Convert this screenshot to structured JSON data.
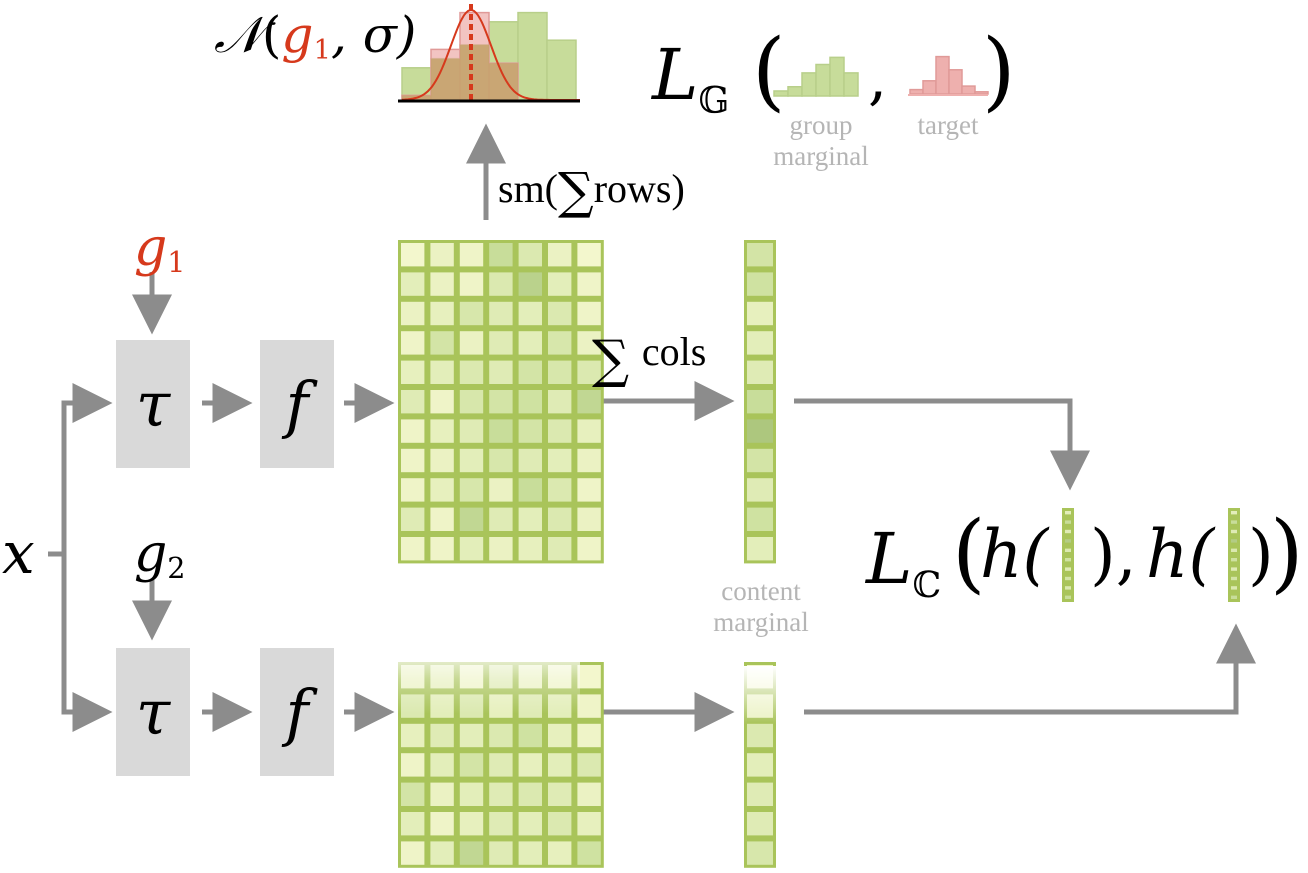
{
  "labels": {
    "x": "x",
    "g1": "g",
    "g1_sub": "1",
    "g2": "g",
    "g2_sub": "2",
    "tau": "τ",
    "f": "f",
    "sum_cols_sigma": "∑",
    "sum_cols_text": "cols",
    "sm_prefix": "sm(",
    "sm_sigma": "∑",
    "sm_suffix": "rows)",
    "normal_N": "𝒩",
    "normal_open": "(",
    "normal_g": "g",
    "normal_g_sub": "1",
    "normal_rest": ", σ)",
    "LG_L": "L",
    "LG_sub": "𝔾",
    "LG_open": "(",
    "LG_comma": ",",
    "LG_close": ")",
    "group_marginal": "group\nmarginal",
    "target": "target",
    "content_marginal": "content\nmarginal",
    "LC_L": "L",
    "LC_sub": "ℂ",
    "LC_open": "(",
    "LC_h1": "h(",
    "LC_mid": "),",
    "LC_h2": "h(",
    "LC_close1": ")",
    "LC_close2": ")"
  },
  "colors": {
    "box": "#d9d9d9",
    "arrow": "#8c8c8c",
    "red": "#d6391c",
    "grid_border": "#a9c45a",
    "green_light": "#f7f9d2",
    "green_mid": "#cfe2a1",
    "green_dark": "#8aab5a",
    "hist_green": "#c7dc9a",
    "hist_red": "#eeb0ae"
  },
  "matrix_top": [
    [
      0.05,
      0.15,
      0.1,
      0.55,
      0.35,
      0.15,
      0.05
    ],
    [
      0.25,
      0.15,
      0.1,
      0.35,
      0.65,
      0.25,
      0.1
    ],
    [
      0.15,
      0.2,
      0.4,
      0.3,
      0.25,
      0.35,
      0.1
    ],
    [
      0.1,
      0.45,
      0.15,
      0.3,
      0.25,
      0.4,
      0.15
    ],
    [
      0.2,
      0.25,
      0.35,
      0.3,
      0.45,
      0.4,
      0.35
    ],
    [
      0.3,
      0.1,
      0.4,
      0.45,
      0.5,
      0.3,
      0.6
    ],
    [
      0.1,
      0.2,
      0.3,
      0.55,
      0.45,
      0.35,
      0.2
    ],
    [
      0.1,
      0.15,
      0.25,
      0.4,
      0.3,
      0.25,
      0.15
    ],
    [
      0.1,
      0.2,
      0.4,
      0.15,
      0.55,
      0.35,
      0.1
    ],
    [
      0.3,
      0.1,
      0.6,
      0.3,
      0.25,
      0.35,
      0.15
    ],
    [
      0.1,
      0.1,
      0.25,
      0.15,
      0.2,
      0.3,
      0.1
    ]
  ],
  "matrix_bottom": [
    [
      0.15,
      0.2,
      0.1,
      0.3,
      0.15,
      0.1,
      0.05
    ],
    [
      0.35,
      0.25,
      0.35,
      0.2,
      0.3,
      0.25,
      0.1
    ],
    [
      0.2,
      0.3,
      0.25,
      0.35,
      0.5,
      0.2,
      0.1
    ],
    [
      0.1,
      0.25,
      0.45,
      0.3,
      0.2,
      0.25,
      0.35
    ],
    [
      0.45,
      0.15,
      0.25,
      0.3,
      0.35,
      0.3,
      0.15
    ],
    [
      0.25,
      0.1,
      0.2,
      0.3,
      0.25,
      0.35,
      0.2
    ],
    [
      0.1,
      0.25,
      0.6,
      0.3,
      0.25,
      0.2,
      0.5
    ]
  ],
  "marginal_top": [
    0.45,
    0.5,
    0.2,
    0.25,
    0.3,
    0.55,
    0.75,
    0.45,
    0.3,
    0.5,
    0.25
  ],
  "marginal_bottom": [
    0.05,
    0.15,
    0.35,
    0.25,
    0.3,
    0.3,
    0.4
  ],
  "hist_normal_green": [
    0.35,
    0.45,
    0.6,
    0.85,
    0.95,
    0.65
  ],
  "hist_normal_red": [
    0.05,
    0.55,
    0.95,
    0.4,
    0.0,
    0.0
  ],
  "hist_group": [
    0.12,
    0.22,
    0.55,
    0.75,
    0.92,
    0.55
  ],
  "hist_target": [
    0.1,
    0.3,
    0.85,
    0.55,
    0.18,
    0.05
  ],
  "mini_col_1": [
    0.25,
    0.55,
    0.3,
    0.7,
    0.35,
    0.5,
    0.3,
    0.45,
    0.35,
    0.55
  ],
  "mini_col_2": [
    0.25,
    0.55,
    0.3,
    0.7,
    0.35,
    0.5,
    0.3,
    0.45,
    0.35,
    0.55
  ]
}
